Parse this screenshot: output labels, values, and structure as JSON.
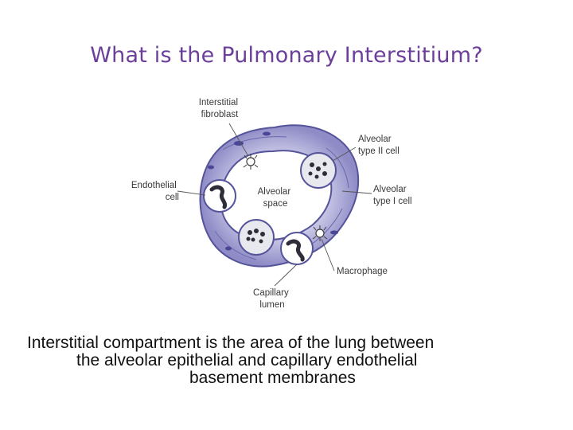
{
  "slide": {
    "title": "What is the Pulmonary Interstitium?"
  },
  "diagram": {
    "labels": {
      "interstitial_fibroblast": [
        "Interstitial",
        "fibroblast"
      ],
      "alveolar_type2": [
        "Alveolar",
        "type II cell"
      ],
      "endothelial_cell": [
        "Endothelial",
        "cell"
      ],
      "alveolar_space": [
        "Alveolar",
        "space"
      ],
      "alveolar_type1": [
        "Alveolar",
        "type I cell"
      ],
      "macrophage": [
        "Macrophage"
      ],
      "capillary_lumen": [
        "Capillary",
        "lumen"
      ]
    },
    "colors": {
      "ring_fill": "#9d9bd0",
      "ring_dark": "#5a57a3",
      "nucleus": "#2e2e3a",
      "cell_fill": "#e6e6ee"
    }
  },
  "caption": {
    "line1": "Interstitial compartment is  the area of the lung between",
    "line2": "the alveolar epithelial and capillary endothelial",
    "line3": "basement membranes"
  }
}
